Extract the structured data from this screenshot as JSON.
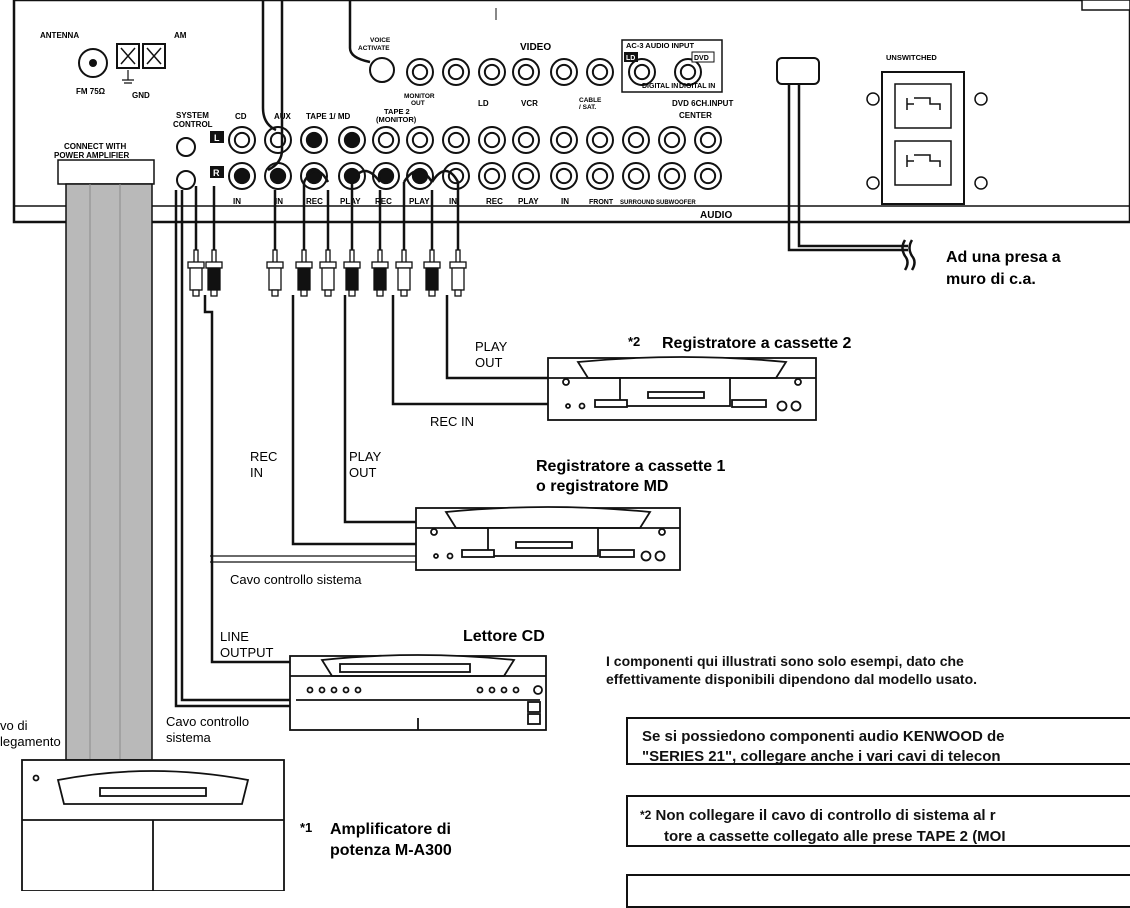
{
  "panel": {
    "antenna": "ANTENNA",
    "am": "AM",
    "fm": "FM 75Ω",
    "gnd": "GND",
    "connect_with_1": "CONNECT WITH",
    "connect_with_2": "POWER AMPLIFIER",
    "system_control_1": "SYSTEM",
    "system_control_2": "CONTROL",
    "voice_activate_1": "VOICE",
    "voice_activate_2": "ACTIVATE",
    "video": "VIDEO",
    "ac3_input": "AC-3 AUDIO  INPUT",
    "ld_badge": "LD",
    "dvd_badge": "DVD",
    "digital_in_1": "DIGITAL IN",
    "digital_in_2": "DIGITAL IN",
    "dvd_6ch_input": "DVD 6CH.INPUT",
    "monitor_out_1": "MONITOR",
    "monitor_out_2": "OUT",
    "ld": "LD",
    "vcr": "VCR",
    "cable_sat_1": "CABLE",
    "cable_sat_2": "/ SAT.",
    "center": "CENTER",
    "cd": "CD",
    "aux": "AUX",
    "tape1_md": "TAPE 1/ MD",
    "tape2_1": "TAPE 2",
    "tape2_2": "(MONITOR)",
    "l_badge": "L",
    "r_badge": "R",
    "in_cd": "IN",
    "in_aux": "IN",
    "rec_1": "REC",
    "play_1": "PLAY",
    "rec_2": "REC",
    "play_2": "PLAY",
    "in_ld": "IN",
    "rec_vcr": "REC",
    "play_vcr": "PLAY",
    "in_cable": "IN",
    "front": "FRONT",
    "surround": "SURROUND",
    "subwoofer": "SUBWOOFER",
    "audio": "AUDIO",
    "unswitched": "UNSWITCHED"
  },
  "labels": {
    "wall_outlet_1": "Ad una presa a",
    "wall_outlet_2": "muro di c.a.",
    "recorder2_star": "*2",
    "recorder2": "Registratore a cassette 2",
    "play_out_top_1": "PLAY",
    "play_out_top_2": "OUT",
    "rec_in_top": "REC IN",
    "rec_in_1": "REC",
    "rec_in_2": "IN",
    "play_out_1": "PLAY",
    "play_out_2": "OUT",
    "recorder1_1": "Registratore a cassette 1",
    "recorder1_2": "o registratore MD",
    "system_cable_1": "Cavo controllo sistema",
    "line_output_1": "LINE",
    "line_output_2": "OUTPUT",
    "cd_player": "Lettore CD",
    "system_cable_2a": "Cavo controllo",
    "system_cable_2b": "sistema",
    "connect_cable_1": "vo di",
    "connect_cable_2": "legamento",
    "amp_star": "*1",
    "amp_1": "Amplificatore di",
    "amp_2": "potenza M-A300"
  },
  "notes": {
    "example_1": "I componenti qui illustrati sono solo esempi, dato che",
    "example_2": "effettivamente disponibili dipendono dal modello usato.",
    "kenwood_1": "Se si possiedono componenti audio KENWOOD de",
    "kenwood_2": "\"SERIES 21\", collegare anche i vari cavi di telecon",
    "star2_mark": "*2",
    "star2_1": "Non collegare il cavo di controllo di sistema al r",
    "star2_2": "tore a cassette collegato alle prese TAPE 2 (MOI"
  }
}
